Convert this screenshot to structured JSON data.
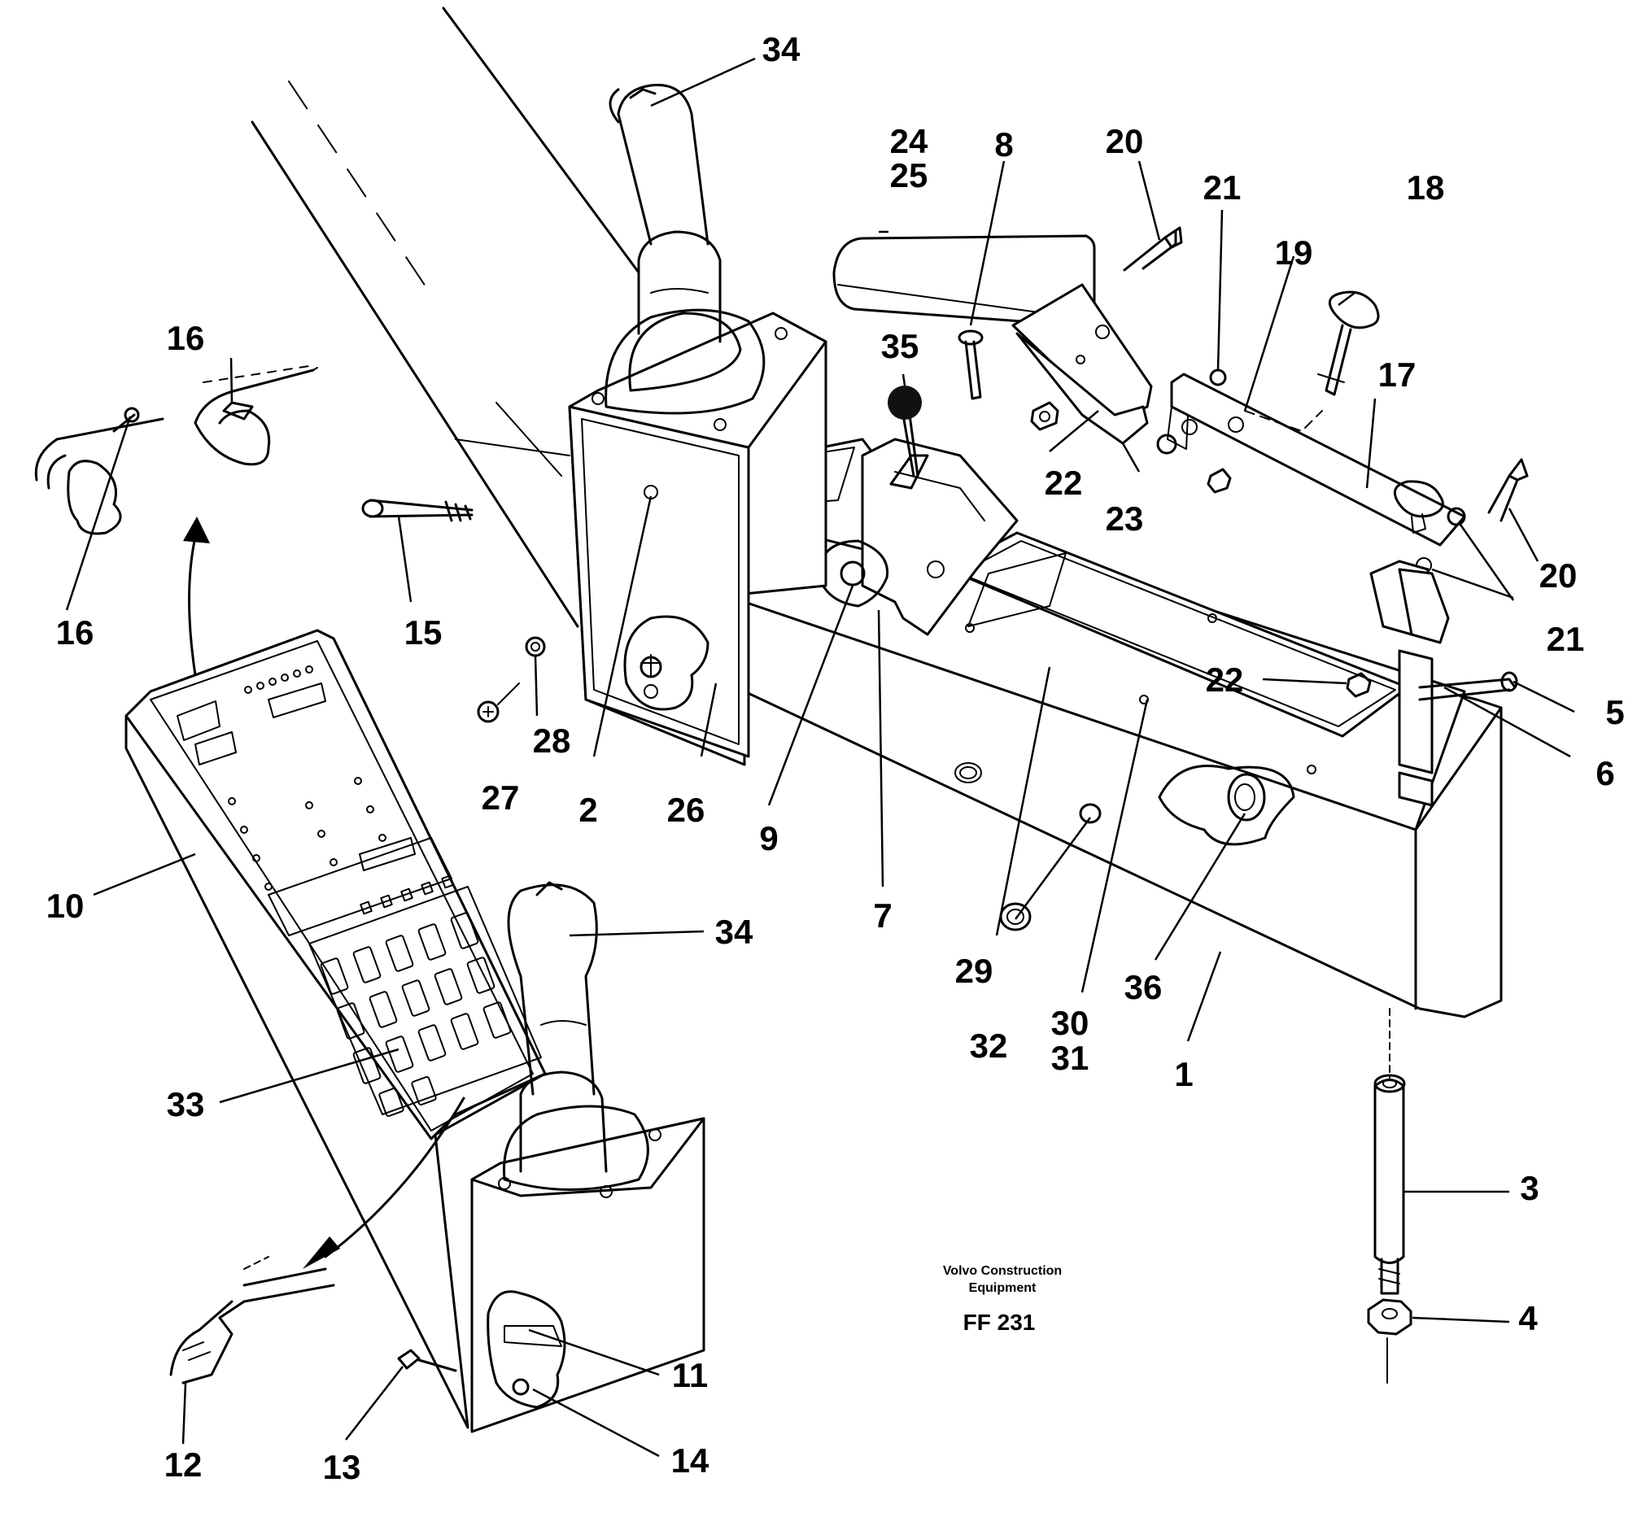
{
  "drawing": {
    "credit_line1": "Volvo Construction",
    "credit_line2": "Equipment",
    "figure_number": "FF 231"
  },
  "callouts": {
    "c34_top": "34",
    "c24": "24",
    "c25": "25",
    "c8": "8",
    "c20_top": "20",
    "c21_top": "21",
    "c19": "19",
    "c18": "18",
    "c35": "35",
    "c17": "17",
    "c16_top": "16",
    "c16_left": "16",
    "c15": "15",
    "c22_left": "22",
    "c23": "23",
    "c20_right": "20",
    "c21_right": "21",
    "c22_right": "22",
    "c5": "5",
    "c6": "6",
    "c28": "28",
    "c27": "27",
    "c2": "2",
    "c26": "26",
    "c9": "9",
    "c7": "7",
    "c10": "10",
    "c34_bottom": "34",
    "c29": "29",
    "c36": "36",
    "c32": "32",
    "c30": "30",
    "c31": "31",
    "c1": "1",
    "c33": "33",
    "c3": "3",
    "c4": "4",
    "c11": "11",
    "c14": "14",
    "c12": "12",
    "c13": "13"
  }
}
